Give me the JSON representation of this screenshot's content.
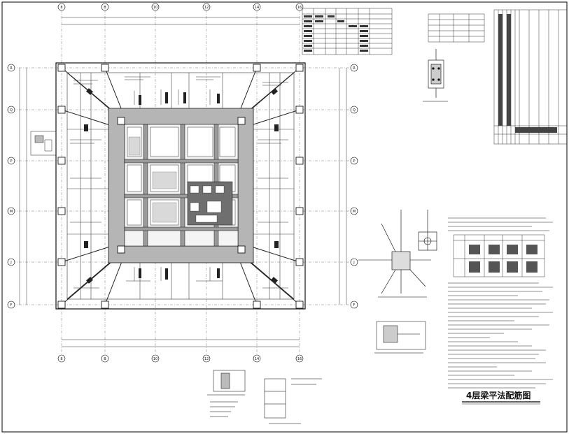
{
  "drawing": {
    "title": "4层梁平法配筋图"
  },
  "axes": {
    "columns": [
      "8",
      "B",
      "10",
      "12",
      "14",
      "16"
    ],
    "rows": [
      "R",
      "Q",
      "P",
      "M",
      "J",
      "F"
    ]
  }
}
